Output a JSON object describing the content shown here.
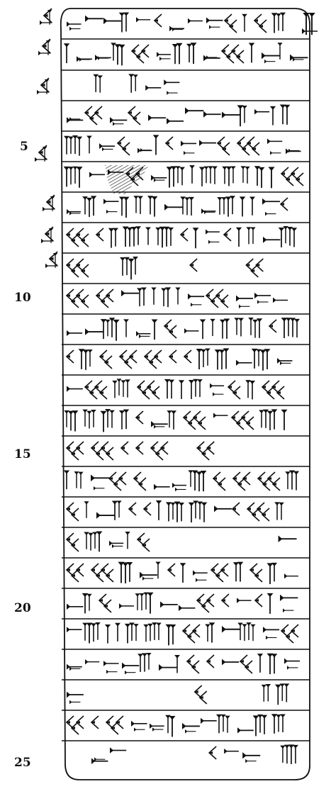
{
  "line_numbers": [
    "5",
    "10",
    "15",
    "20",
    "25"
  ],
  "ink_color": "#111111",
  "paper_color": "#ffffff",
  "damage_hatch_color": "#333333",
  "register_count": 25,
  "edge_sign_groups": 7
}
